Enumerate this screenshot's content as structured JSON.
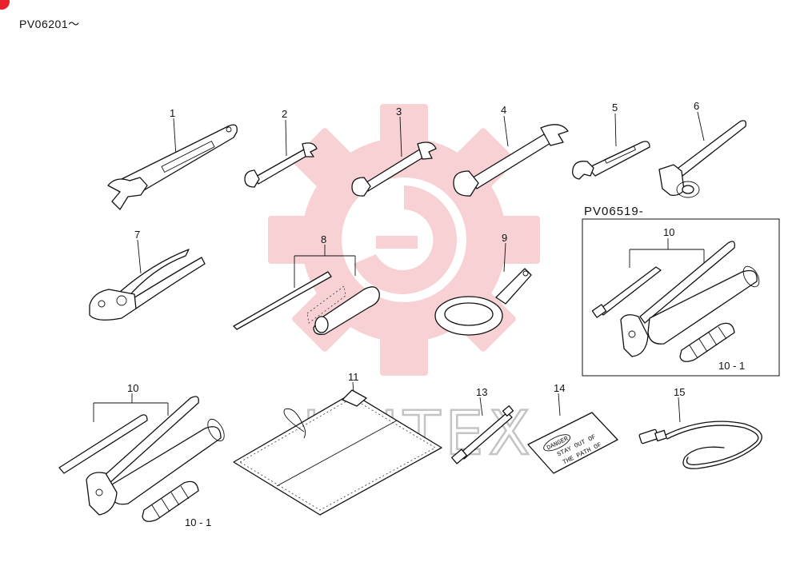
{
  "header": {
    "serial_range": "PV06201～"
  },
  "inset": {
    "label": "PV06519-"
  },
  "watermark": {
    "text": "ИНТЕХ",
    "color": "#f6c9cc"
  },
  "callouts": {
    "c1": "1",
    "c2": "2",
    "c3": "3",
    "c4": "4",
    "c5": "5",
    "c6": "6",
    "c7": "7",
    "c8": "8",
    "c9": "9",
    "c10a": "10",
    "c10b": "10",
    "c10_1a": "10 - 1",
    "c10_1b": "10 - 1",
    "c11": "11",
    "c13": "13",
    "c14": "14",
    "c15": "15"
  },
  "sticker": {
    "line1": "DANGER",
    "line2": "STAY OUT OF",
    "line3": "THE PATH OF"
  },
  "colors": {
    "line": "#111111",
    "accent": "#e8202a"
  }
}
